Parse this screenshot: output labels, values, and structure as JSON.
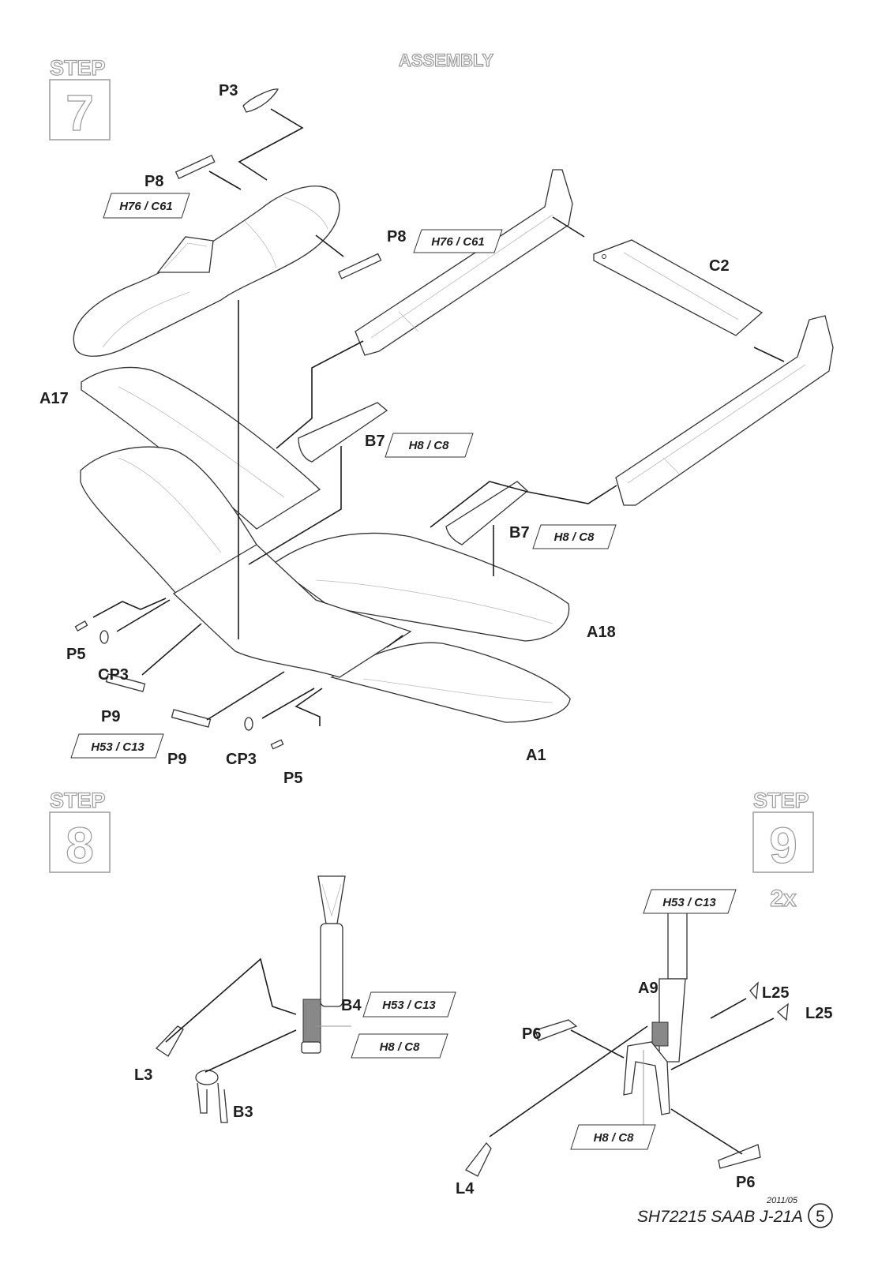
{
  "header": {
    "title": "ASSEMBLY"
  },
  "steps": [
    {
      "label": "STEP",
      "number": "7"
    },
    {
      "label": "STEP",
      "number": "8"
    },
    {
      "label": "STEP",
      "number": "9",
      "multiplier": "2x"
    }
  ],
  "parts": {
    "p3": "P3",
    "p8a": "P8",
    "p8b": "P8",
    "c2": "C2",
    "a17": "A17",
    "b7a": "B7",
    "b7b": "B7",
    "a18": "A18",
    "p5a": "P5",
    "cp3a": "CP3",
    "p9a": "P9",
    "p9b": "P9",
    "cp3b": "CP3",
    "p5b": "P5",
    "a1": "A1",
    "b4": "B4",
    "l3": "L3",
    "b3": "B3",
    "a9": "A9",
    "l25a": "L25",
    "l25b": "L25",
    "p6a": "P6",
    "l4": "L4",
    "p6b": "P6"
  },
  "paint_codes": {
    "h76c61": "H76 / C61",
    "h8c8": "H8 / C8",
    "h53c13": "H53 / C13"
  },
  "footer": {
    "date": "2011/05",
    "kit": "SH72215  SAAB J-21A",
    "page": "5"
  }
}
